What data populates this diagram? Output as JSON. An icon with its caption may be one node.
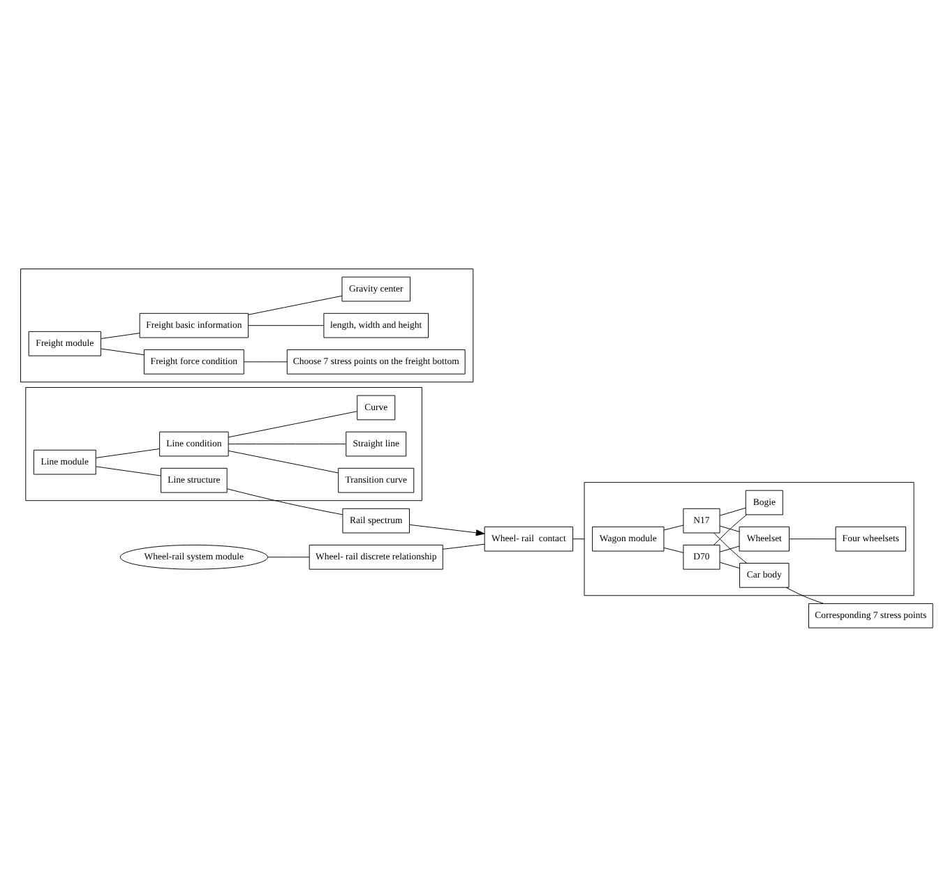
{
  "diagram": {
    "nodes": [
      {
        "text": [],
        "shape": "box"
      },
      {
        "text": [
          "Line module"
        ],
        "in": 0
      },
      {
        "text": [
          "Line condition"
        ],
        "in": 0
      },
      {
        "text": [
          "Line structure"
        ],
        "in": 0
      },
      {
        "text": [
          "Curve"
        ],
        "in": 0
      },
      {
        "text": [
          "Transition curve"
        ],
        "in": 0
      },
      {
        "text": [
          "Straight line"
        ],
        "in": 0
      },
      {
        "text": [
          "Rail spectrum"
        ]
      },
      {
        "text": [
          "Wheel-rail system module"
        ]
      },
      {
        "text": [
          "Wheel- rail discrete relationship"
        ]
      },
      {
        "text": [
          "Wheel- rail  contact"
        ]
      },
      {
        "text": [],
        "shape": "box"
      },
      {
        "text": [
          "Wagon module"
        ],
        "in": 11
      },
      {
        "text": [
          "D70"
        ],
        "in": 11
      },
      {
        "text": [
          "N17"
        ],
        "in": 11
      },
      {
        "text": [
          "Wheelset"
        ],
        "in": 11
      },
      {
        "text": [
          "Bogie"
        ],
        "in": 11
      },
      {
        "text": [
          "Car body"
        ],
        "in": 11
      },
      {
        "text": [
          "Four wheelsets"
        ],
        "in": 11
      },
      {
        "text": [
          "Corresponding 7 stress points"
        ]
      },
      {
        "text": [],
        "shape": "box"
      },
      {
        "text": [
          "Freight module"
        ],
        "in": 20
      },
      {
        "text": [
          "Freight force condition"
        ],
        "in": 20
      },
      {
        "text": [
          "Freight basic information"
        ],
        "in": 20
      },
      {
        "text": [
          "Choose 7 stress points on the freight bottom"
        ],
        "in": 20
      },
      {
        "text": [
          "Gravity center"
        ],
        "in": 20
      },
      {
        "text": [
          "length, width and height"
        ],
        "in": 20
      }
    ],
    "edges": [
      {
        "from": 1,
        "to": 2,
        "arrow": "none"
      },
      {
        "from": 1,
        "to": 3,
        "arrow": "none"
      },
      {
        "from": 2,
        "to": 4,
        "arrow": "none"
      },
      {
        "from": 2,
        "to": 5,
        "arrow": "none"
      },
      {
        "from": 2,
        "to": 6,
        "arrow": "none"
      },
      {
        "from": 3,
        "to": 7,
        "arrow": "none"
      },
      {
        "from": 7,
        "to": 10,
        "arrow": "to"
      },
      {
        "from": 8,
        "to": 9,
        "arrow": "none"
      },
      {
        "from": 9,
        "to": 10,
        "arrow": "none"
      },
      {
        "from": 10,
        "to": 11,
        "arrow": "none"
      },
      {
        "from": 12,
        "to": 13,
        "arrow": "none"
      },
      {
        "from": 12,
        "to": 14,
        "arrow": "none"
      },
      {
        "from": 13,
        "to": 15,
        "arrow": "none"
      },
      {
        "from": 13,
        "to": 16,
        "arrow": "none"
      },
      {
        "from": 13,
        "to": 17,
        "arrow": "none"
      },
      {
        "from": 14,
        "to": 15,
        "arrow": "none"
      },
      {
        "from": 14,
        "to": 16,
        "arrow": "none"
      },
      {
        "from": 14,
        "to": 17,
        "arrow": "none"
      },
      {
        "from": 15,
        "to": 18,
        "arrow": "none"
      },
      {
        "from": 17,
        "to": 19,
        "arrow": "none"
      },
      {
        "from": 21,
        "to": 22,
        "arrow": "none"
      },
      {
        "from": 21,
        "to": 23,
        "arrow": "none"
      },
      {
        "from": 22,
        "to": 24,
        "arrow": "none"
      },
      {
        "from": 23,
        "to": 25,
        "arrow": "none"
      },
      {
        "from": 23,
        "to": 26,
        "arrow": "none"
      }
    ]
  }
}
